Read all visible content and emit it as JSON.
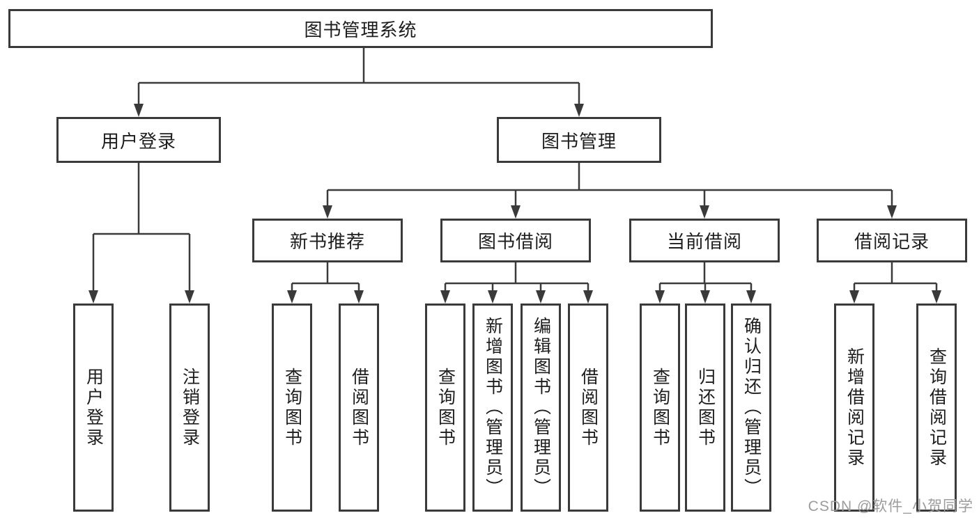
{
  "colors": {
    "background": "#ffffff",
    "line": "#3a3a3a",
    "box_border": "#3a3a3a",
    "text": "#1d1d1f",
    "watermark": "#9c9c9c"
  },
  "watermark": {
    "text": "CSDN @软件_小贺同学"
  },
  "tree": {
    "root": {
      "label": "图书管理系统"
    },
    "branches": [
      {
        "label": "用户登录",
        "leaves": [
          {
            "label": "用户登录"
          },
          {
            "label": "注销登录"
          }
        ]
      },
      {
        "label": "图书管理",
        "groups": [
          {
            "label": "新书推荐",
            "leaves": [
              {
                "label": "查询图书"
              },
              {
                "label": "借阅图书"
              }
            ]
          },
          {
            "label": "图书借阅",
            "leaves": [
              {
                "label": "查询图书"
              },
              {
                "label": "新增图书（管理员）"
              },
              {
                "label": "编辑图书（管理员）"
              },
              {
                "label": "借阅图书"
              }
            ]
          },
          {
            "label": "当前借阅",
            "leaves": [
              {
                "label": "查询图书"
              },
              {
                "label": "归还图书"
              },
              {
                "label": "确认归还（管理员）"
              }
            ]
          },
          {
            "label": "借阅记录",
            "leaves": [
              {
                "label": "新增借阅记录"
              },
              {
                "label": "查询借阅记录"
              }
            ]
          }
        ]
      }
    ]
  }
}
